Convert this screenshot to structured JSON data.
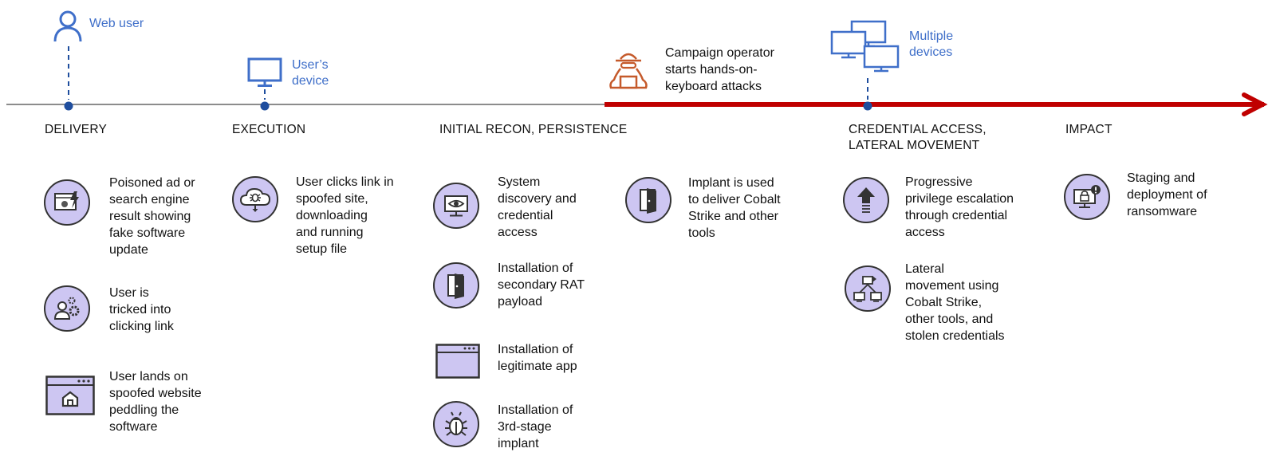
{
  "colors": {
    "accent_blue": "#3f6fc9",
    "marker_blue": "#1f4e9e",
    "timeline_gray": "#8c8c8c",
    "timeline_red": "#c00000",
    "icon_fill": "#cdc6f2",
    "operator_orange": "#c55a2b"
  },
  "actors": {
    "web_user": {
      "label": "Web user",
      "icon": "person-icon"
    },
    "users_device": {
      "label_line1": "User’s",
      "label_line2": "device",
      "icon": "monitor-icon"
    },
    "operator": {
      "line1": "Campaign operator",
      "line2": "starts hands-on-",
      "line3": "keyboard attacks",
      "icon": "hacker-icon"
    },
    "multiple_devices": {
      "label_line1": "Multiple",
      "label_line2": "devices",
      "icon": "multiple-monitors-icon"
    }
  },
  "stages": {
    "delivery": {
      "title": "DELIVERY"
    },
    "execution": {
      "title": "EXECUTION"
    },
    "recon": {
      "title": "INITIAL RECON, PERSISTENCE"
    },
    "credential": {
      "title_line1": "CREDENTIAL ACCESS,",
      "title_line2": "LATERAL MOVEMENT"
    },
    "impact": {
      "title": "IMPACT"
    }
  },
  "steps": {
    "delivery": [
      {
        "icon": "browser-lightning-icon",
        "lines": [
          "Poisoned ad or",
          "search engine",
          "result showing",
          "fake software",
          "update"
        ]
      },
      {
        "icon": "user-gears-icon",
        "lines": [
          "User is",
          "tricked into",
          "clicking link"
        ]
      },
      {
        "icon": "browser-home-icon",
        "lines": [
          "User lands on",
          "spoofed website",
          "peddling the",
          "software"
        ]
      }
    ],
    "execution": [
      {
        "icon": "cloud-download-bug-icon",
        "lines": [
          "User clicks link in",
          "spoofed site,",
          "downloading",
          "and running",
          "setup file"
        ]
      }
    ],
    "recon": [
      {
        "icon": "monitor-eye-icon",
        "lines": [
          "System",
          "discovery and",
          "credential",
          "access"
        ]
      },
      {
        "icon": "open-door-icon",
        "lines": [
          "Installation of",
          "secondary RAT",
          "payload"
        ]
      },
      {
        "icon": "app-window-icon",
        "lines": [
          "Installation of",
          "legitimate app"
        ]
      },
      {
        "icon": "bug-icon",
        "lines": [
          "Installation of",
          "3rd-stage",
          "implant"
        ]
      }
    ],
    "persistence": [
      {
        "icon": "open-door-icon",
        "lines": [
          "Implant is used",
          "to deliver Cobalt",
          "Strike and other",
          "tools"
        ]
      }
    ],
    "credential": [
      {
        "icon": "arrow-up-icon",
        "lines": [
          "Progressive",
          "privilege escalation",
          "through credential",
          "access"
        ]
      },
      {
        "icon": "network-icon",
        "lines": [
          "Lateral",
          "movement using",
          "Cobalt Strike,",
          "other tools, and",
          "stolen credentials"
        ]
      }
    ],
    "impact": [
      {
        "icon": "monitor-lock-alert-icon",
        "lines": [
          "Staging and",
          "deployment of",
          "ransomware"
        ]
      }
    ]
  }
}
